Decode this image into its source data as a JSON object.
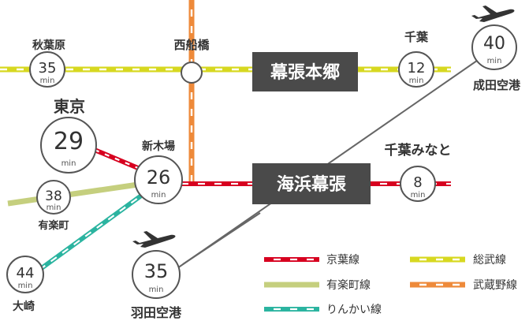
{
  "hubs": {
    "makuhari_hongo": "幕張本郷",
    "kaihin_makuhari": "海浜幕張"
  },
  "stations": {
    "akihabara": {
      "name": "秋葉原",
      "time": "35",
      "unit": "min"
    },
    "nishifunabashi": {
      "name": "西船橋"
    },
    "chiba": {
      "name": "千葉",
      "time": "12",
      "unit": "min"
    },
    "narita": {
      "name": "成田空港",
      "time": "40",
      "unit": "min"
    },
    "tokyo": {
      "name": "東京",
      "time": "29",
      "unit": "min"
    },
    "shinkiba": {
      "name": "新木場",
      "time": "26",
      "unit": "min"
    },
    "chiba_minato": {
      "name": "千葉みなと",
      "time": "8",
      "unit": "min"
    },
    "yurakucho": {
      "name": "有楽町",
      "time": "38",
      "unit": "min"
    },
    "osaki": {
      "name": "大崎",
      "time": "44",
      "unit": "min"
    },
    "haneda": {
      "name": "羽田空港",
      "time": "35",
      "unit": "min"
    }
  },
  "legend": {
    "keiyo": "京葉線",
    "sobu": "総武線",
    "yurakucho": "有楽町線",
    "musashino": "武蔵野線",
    "rinkai": "りんかい線"
  },
  "colors": {
    "keiyo": "#d7001f",
    "sobu": "#d7d820",
    "yurakucho": "#c5cf7e",
    "musashino": "#ee8a3a",
    "rinkai": "#2bb4a0",
    "connector": "#666666",
    "hub_box": "#4a4a4a"
  },
  "icons": {
    "narita_plane": "airplane-icon",
    "haneda_plane": "airplane-icon"
  }
}
